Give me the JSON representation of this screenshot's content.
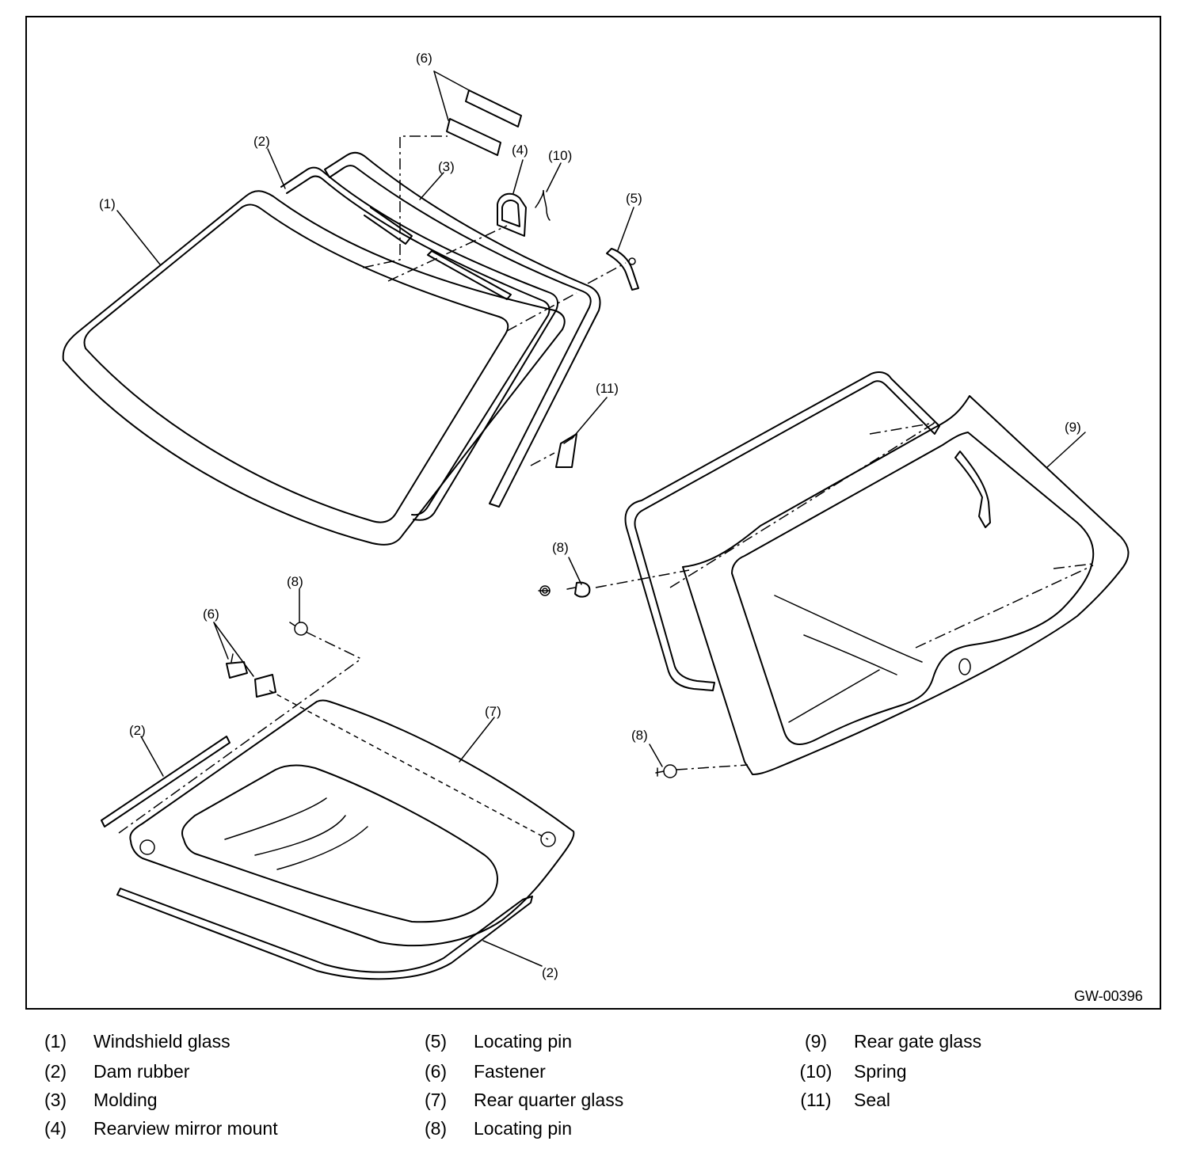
{
  "figure_code": "GW-00396",
  "callouts": {
    "windshield_glass": "(1)",
    "dam_rubber_top": "(2)",
    "molding": "(3)",
    "mirror_mount": "(4)",
    "locating_pin_top": "(5)",
    "fastener_top": "(6)",
    "spring": "(10)",
    "seal": "(11)",
    "rear_gate_glass": "(9)",
    "locating_pin_gate_upper": "(8)",
    "locating_pin_gate_lower": "(8)",
    "locating_pin_quarter": "(8)",
    "fastener_quarter": "(6)",
    "dam_rubber_quarter_upper": "(2)",
    "rear_quarter_glass": "(7)",
    "dam_rubber_quarter_lower": "(2)"
  },
  "legend": [
    {
      "num": "(1)",
      "label": "Windshield glass"
    },
    {
      "num": "(2)",
      "label": "Dam rubber"
    },
    {
      "num": "(3)",
      "label": "Molding"
    },
    {
      "num": "(4)",
      "label": "Rearview mirror mount"
    },
    {
      "num": "(5)",
      "label": "Locating pin"
    },
    {
      "num": "(6)",
      "label": "Fastener"
    },
    {
      "num": "(7)",
      "label": "Rear quarter glass"
    },
    {
      "num": "(8)",
      "label": "Locating pin"
    },
    {
      "num": "(9)",
      "label": "Rear gate glass"
    },
    {
      "num": "(10)",
      "label": "Spring"
    },
    {
      "num": "(11)",
      "label": "Seal"
    }
  ]
}
